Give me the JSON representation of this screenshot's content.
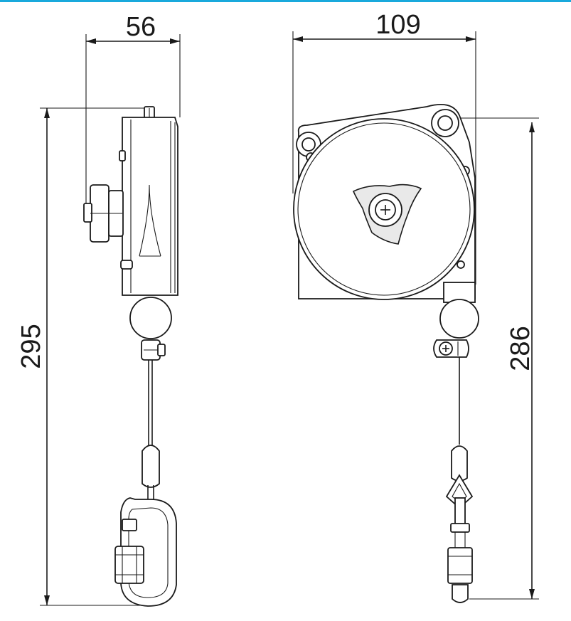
{
  "dimensions": {
    "side_width": "56",
    "front_width": "109",
    "side_height": "295",
    "front_height": "286"
  },
  "colors": {
    "top_rule": "#19a9dc",
    "line": "#1a1a1a",
    "fill": "#ffffff",
    "shade": "#e9e9e9"
  }
}
